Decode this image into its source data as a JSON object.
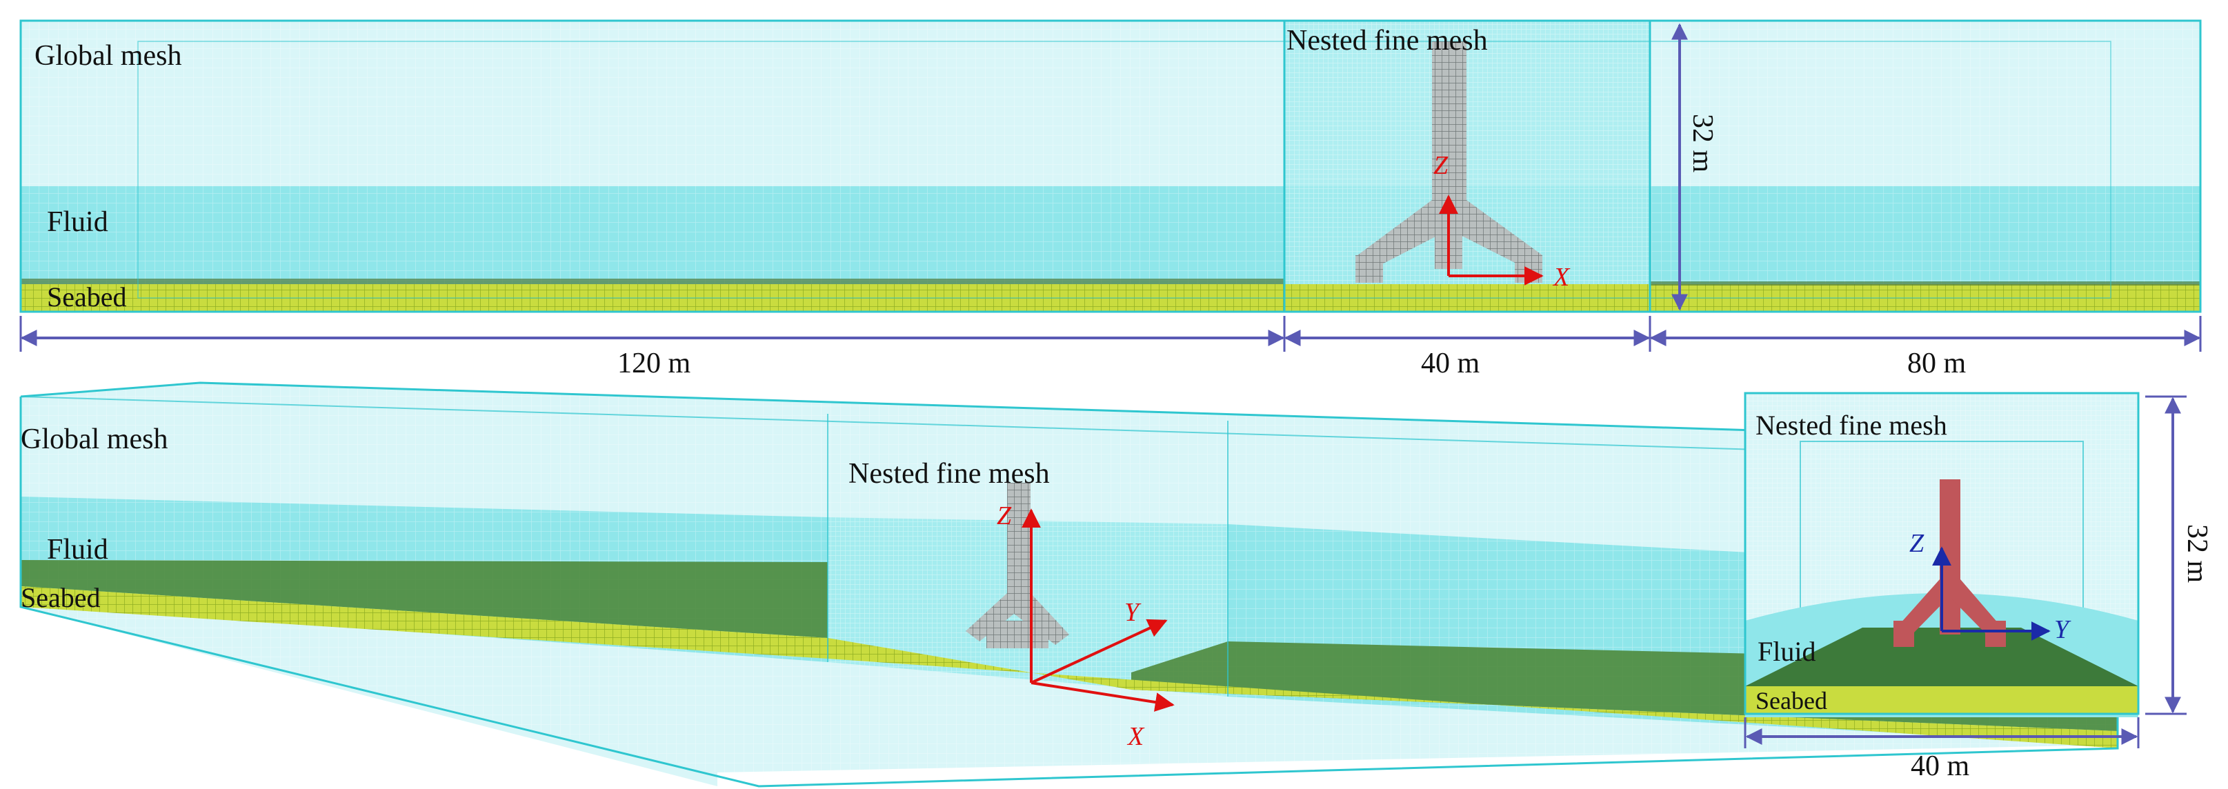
{
  "colors": {
    "fluid": "#8fe6ea",
    "air": "#d9f6f8",
    "frame": "#2fc6cf",
    "seabed": "#c8dc3c",
    "seabed_dark": "#4f8a3c",
    "structure_grey": "#9aa3a3",
    "structure_red": "#c0565a",
    "axis_red": "#e01010",
    "axis_blue": "#1a2aa8",
    "dimension": "#5a5ab4"
  },
  "top_view": {
    "global_label": "Global mesh",
    "nested_label": "Nested fine mesh",
    "fluid_label": "Fluid",
    "seabed_label": "Seabed",
    "axis_z": "Z",
    "axis_x": "X",
    "height_dim": "32 m",
    "dims": [
      "120 m",
      "40 m",
      "80 m"
    ]
  },
  "iso_view": {
    "global_label": "Global mesh",
    "nested_label": "Nested fine mesh",
    "fluid_label": "Fluid",
    "seabed_label": "Seabed",
    "axis_z": "Z",
    "axis_y": "Y",
    "axis_x": "X"
  },
  "side_view": {
    "nested_label": "Nested fine mesh",
    "fluid_label": "Fluid",
    "seabed_label": "Seabed",
    "axis_z": "Z",
    "axis_y": "Y",
    "height_dim": "32 m",
    "width_dim": "40 m"
  }
}
